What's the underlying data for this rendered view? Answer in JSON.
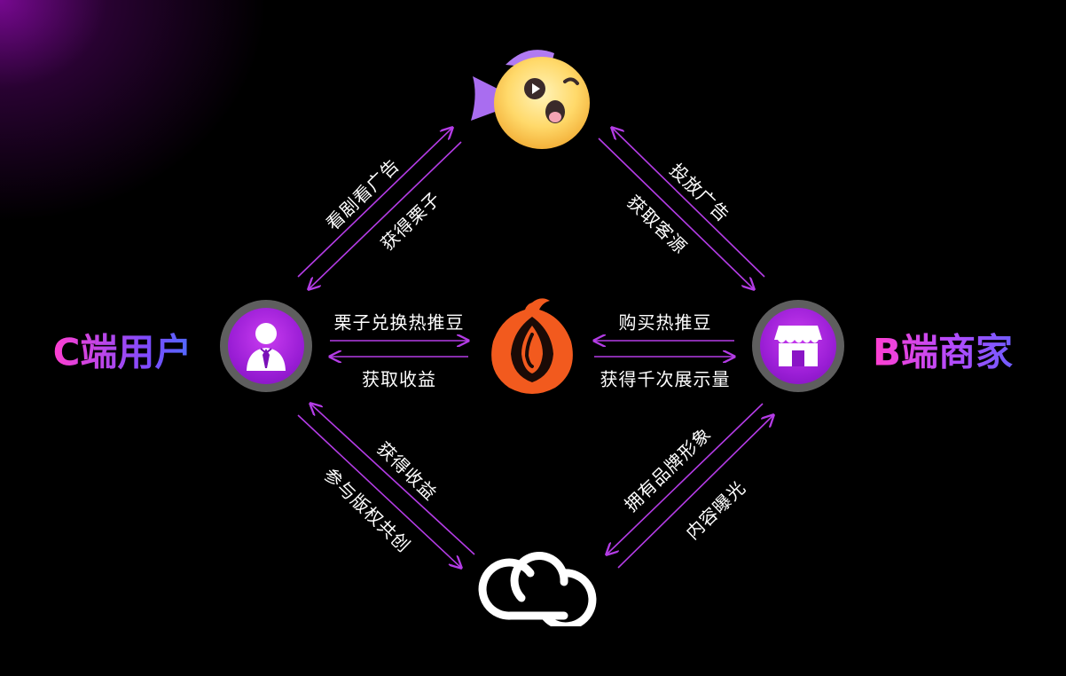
{
  "nodes": {
    "c_user": {
      "label": "C端用户"
    },
    "b_merchant": {
      "label": "B端商家"
    }
  },
  "edges": {
    "c_to_fish": "看剧看广告",
    "fish_to_c": "获得栗子",
    "b_to_fish": "投放广告",
    "fish_to_b": "获取客源",
    "c_to_bean": "栗子兑换热推豆",
    "bean_to_c": "获取收益",
    "b_to_bean": "购买热推豆",
    "bean_to_b": "获得千次展示量",
    "cloud_to_c": "获得收益",
    "c_to_cloud": "参与版权共创",
    "b_to_cloud": "拥有品牌形象",
    "cloud_to_b": "内容曝光"
  },
  "icons": {
    "top": "fish-mascot-icon",
    "center": "chestnut-logo-icon",
    "bottom": "cloud-rings-icon",
    "left": "person-icon",
    "right": "store-icon"
  },
  "colors": {
    "arrow": "#b43ce6",
    "node_fill": "#9b1ed6",
    "node_ring": "#5e5e5e",
    "orange": "#f25a1e"
  }
}
